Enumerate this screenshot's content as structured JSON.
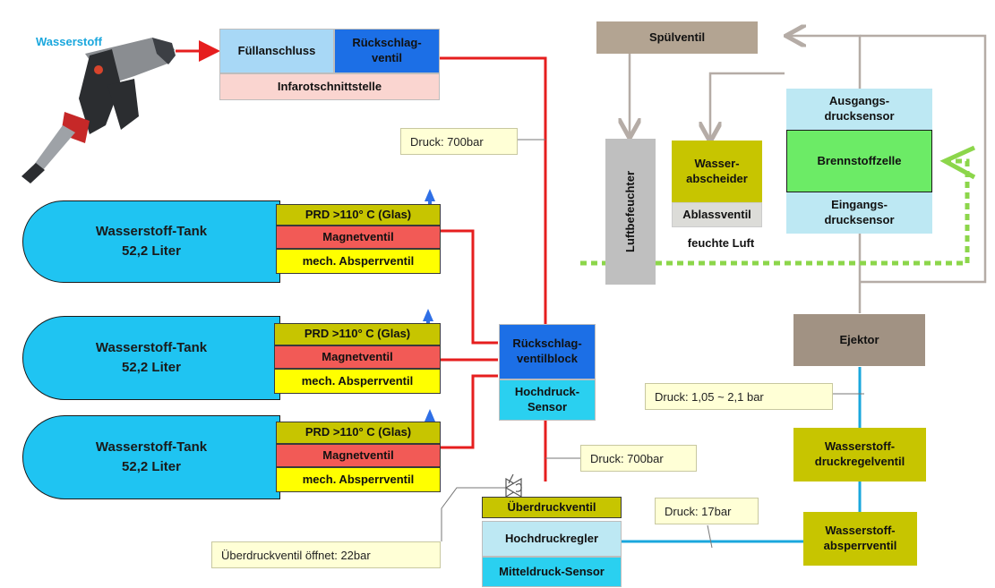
{
  "nozzle": {
    "label": "Wasserstoff"
  },
  "filling": {
    "port": "Füllanschluss",
    "check_valve": "Rückschlag-\nventil",
    "ir_interface": "Infarotschnittstelle"
  },
  "tanks": [
    {
      "tank": "Wasserstoff-Tank\n52,2 Liter",
      "prd": "PRD  >110°  C (Glas)",
      "magnet": "Magnetventil",
      "shutoff": "mech. Absperrventil"
    },
    {
      "tank": "Wasserstoff-Tank\n52,2 Liter",
      "prd": "PRD  >110°  C (Glas)",
      "magnet": "Magnetventil",
      "shutoff": "mech. Absperrventil"
    },
    {
      "tank": "Wasserstoff-Tank\n52,2 Liter",
      "prd": "PRD  >110°  C (Glas)",
      "magnet": "Magnetventil",
      "shutoff": "mech. Absperrventil"
    }
  ],
  "valve_block": {
    "check_block": "Rückschlag-\nventilblock",
    "hp_sensor": "Hochdruck-\nSensor"
  },
  "regulator": {
    "relief": "Überdruckventil",
    "hp_regulator": "Hochdruckregler",
    "mp_sensor": "Mitteldruck-Sensor"
  },
  "notes": {
    "p700_top": "Druck: 700bar",
    "p700_mid": "Druck: 700bar",
    "relief_opens": "Überdruckventil öffnet: 22bar",
    "p17": "Druck: 17bar",
    "p_ejector": "Druck: 1,05 ~ 2,1 bar"
  },
  "fuel_cell": {
    "purge": "Spülventil",
    "humidifier": "Luftbefeuchter",
    "separator": "Wasser-\nabscheider",
    "drain": "Ablassventil",
    "moist_air": "feuchte Luft",
    "out_sensor": "Ausgangs-\ndrucksensor",
    "stack": "Brennstoffzelle",
    "in_sensor": "Eingangs-\ndrucksensor",
    "ejector": "Ejektor",
    "h2_reg_valve": "Wasserstoff-\ndruckregelventil",
    "h2_shutoff": "Wasserstoff-\nabsperrventil"
  },
  "colors": {
    "red_line": "#e61e1e",
    "blue_line": "#1aa7dd",
    "grey_line": "#b5aca6",
    "green_dotted": "#8cd64b"
  }
}
